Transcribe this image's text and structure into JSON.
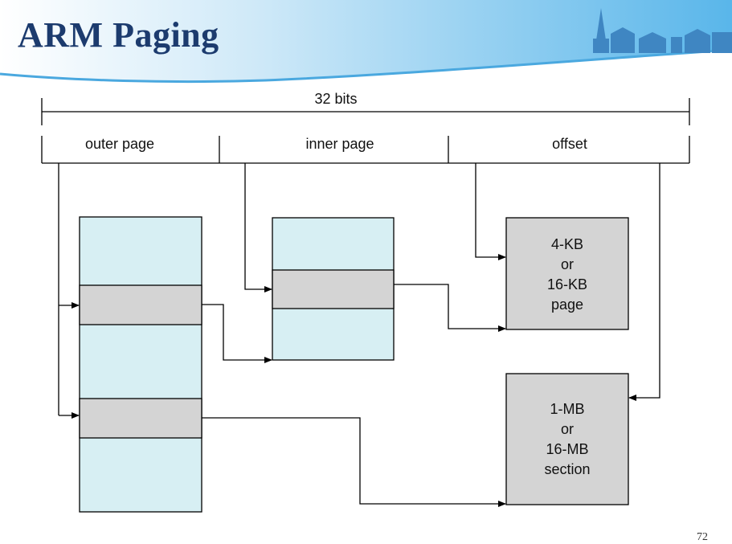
{
  "slide": {
    "title": "ARM Paging",
    "page_number": "72"
  },
  "address": {
    "width_label": "32 bits",
    "fields": [
      "outer page",
      "inner page",
      "offset"
    ]
  },
  "targets": {
    "page": [
      "4-KB",
      "or",
      "16-KB",
      "page"
    ],
    "section": [
      "1-MB",
      "or",
      "16-MB",
      "section"
    ]
  },
  "colors": {
    "title": "#1c3b6e",
    "table_fill": "#d7eff3",
    "entry_fill": "#d4d4d4",
    "target_fill": "#d4d4d4"
  }
}
